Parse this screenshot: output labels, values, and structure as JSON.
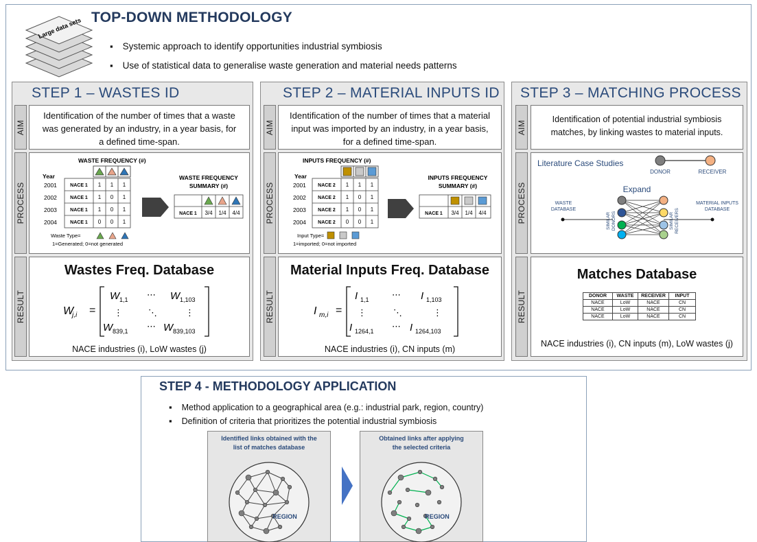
{
  "header": {
    "title": "TOP-DOWN METHODOLOGY",
    "stack_label": "Large data sets",
    "bullets": [
      "Systemic approach to identify opportunities industrial symbiosis",
      "Use of statistical data to generalise waste generation and material needs patterns"
    ]
  },
  "row_labels": {
    "aim": "AIM",
    "process": "PROCESS",
    "result": "RESULT"
  },
  "step1": {
    "title": "STEP 1 – WASTES ID",
    "aim": "Identification of the number of times that a waste was generated by an industry, in a year basis, for a defined time-span.",
    "freq_title": "WASTE FREQUENCY (#)",
    "year_label": "Year",
    "years": [
      "2001",
      "2002",
      "2003",
      "2004"
    ],
    "rows": [
      {
        "label": "NACE 1",
        "v": [
          "1",
          "1",
          "1"
        ]
      },
      {
        "label": "NACE 1",
        "v": [
          "1",
          "0",
          "1"
        ]
      },
      {
        "label": "NACE 1",
        "v": [
          "1",
          "0",
          "1"
        ]
      },
      {
        "label": "NACE 1",
        "v": [
          "0",
          "0",
          "1"
        ]
      }
    ],
    "summary_title_1": "WASTE FREQUENCY",
    "summary_title_2": "SUMMARY (#)",
    "summary_row": {
      "label": "NACE 1",
      "v": [
        "3/4",
        "1/4",
        "4/4"
      ]
    },
    "legend_type": "Waste Type=",
    "legend_note": "1=Generated; 0=not generated",
    "type_colors": [
      "#6aa84f",
      "#e8a48a",
      "#2e75b6"
    ],
    "result_title": "Wastes Freq. Database",
    "matrix": {
      "lhs": "W",
      "lhs_sub": "j,i",
      "a11": "W",
      "a11s": "1,1",
      "a1n": "W",
      "a1ns": "1,103",
      "am1": "W",
      "am1s": "839,1",
      "amn": "W",
      "amns": "839,103"
    },
    "footer": "NACE industries (i), LoW wastes (j)"
  },
  "step2": {
    "title": "STEP 2 – MATERIAL INPUTS ID",
    "aim": "Identification of the number of times that a material input was imported by an industry, in a year basis, for a defined time-span.",
    "freq_title": "INPUTS FREQUENCY (#)",
    "year_label": "Year",
    "years": [
      "2001",
      "2002",
      "2003",
      "2004"
    ],
    "rows": [
      {
        "label": "NACE 2",
        "v": [
          "1",
          "1",
          "1"
        ]
      },
      {
        "label": "NACE 2",
        "v": [
          "1",
          "0",
          "1"
        ]
      },
      {
        "label": "NACE 2",
        "v": [
          "1",
          "0",
          "1"
        ]
      },
      {
        "label": "NACE 2",
        "v": [
          "0",
          "0",
          "1"
        ]
      }
    ],
    "summary_title_1": "INPUTS FREQUENCY",
    "summary_title_2": "SUMMARY (#)",
    "summary_row": {
      "label": "NACE 1",
      "v": [
        "3/4",
        "1/4",
        "4/4"
      ]
    },
    "legend_type": "Input Type=",
    "legend_note": "1=imported; 0=not imported",
    "type_colors": [
      "#bf9000",
      "#c9c9c9",
      "#5b9bd5"
    ],
    "result_title": "Material Inputs Freq. Database",
    "matrix": {
      "lhs": "I",
      "lhs_sub": "m,i",
      "a11": "I",
      "a11s": "1,1",
      "a1n": "I",
      "a1ns": "1,103",
      "am1": "I",
      "am1s": "1264,1",
      "amn": "I",
      "amns": "1264,103"
    },
    "footer": "NACE industries (i), CN inputs (m)"
  },
  "step3": {
    "title": "STEP 3 – MATCHING PROCESS",
    "aim": "Identification of potential industrial symbiosis matches, by linking wastes to material inputs.",
    "lit_title": "Literature Case Studies",
    "donor": "DONOR",
    "receiver": "RECEIVER",
    "expand": "Expand",
    "waste_db_1": "WASTE",
    "waste_db_2": "DATABASE",
    "mat_db_1": "MATERIAL INPUTS",
    "mat_db_2": "DATABASE",
    "similar_donors_1": "SIMILAR",
    "similar_donors_2": "DONORS",
    "similar_receivers_1": "SIMILAR",
    "similar_receivers_2": "RECEIVERS",
    "donor_colors": [
      "#7f7f7f",
      "#2f5597",
      "#00b050",
      "#00b0f0"
    ],
    "receiver_colors": [
      "#f4b183",
      "#ffd966",
      "#9dc3e6",
      "#a9d18e"
    ],
    "result_title": "Matches Database",
    "table_headers": [
      "DONOR",
      "WASTE",
      "RECEIVER",
      "INPUT"
    ],
    "table_rows": [
      [
        "NACE",
        "LoW",
        "NACE",
        "CN"
      ],
      [
        "NACE",
        "LoW",
        "NACE",
        "CN"
      ],
      [
        "NACE",
        "LoW",
        "NACE",
        "CN"
      ]
    ],
    "footer": "NACE industries (i), CN inputs (m), LoW wastes (j)"
  },
  "step4": {
    "title": "STEP 4 - METHODOLOGY APPLICATION",
    "bullets": [
      "Method application to a geographical area (e.g.: industrial park, region, country)",
      "Definition of criteria that prioritizes the potential industrial symbiosis"
    ],
    "box1_title_1": "Identified links obtained  with the",
    "box1_title_2": "list of matches database",
    "box2_title_1": "Obtained links after applying",
    "box2_title_2": "the selected criteria",
    "region": "REGION",
    "link_colors": [
      "#404040",
      "#00b050"
    ]
  }
}
